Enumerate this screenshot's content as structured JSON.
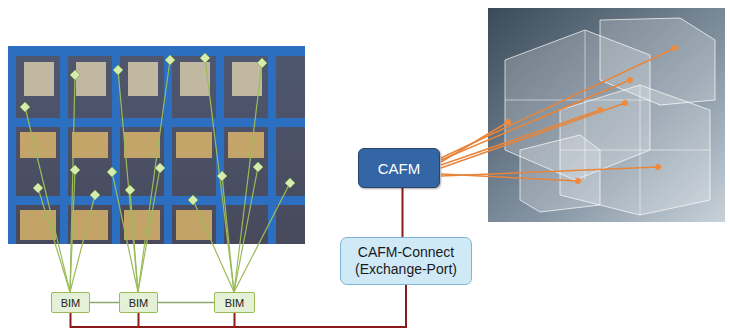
{
  "diagram": {
    "nodes": [
      {
        "text": [
          "CAFM"
        ]
      },
      {
        "text": [
          "CAFM-Connect (Exchange-Port)"
        ]
      },
      {
        "text": [
          "BIM"
        ]
      },
      {
        "text": [
          "BIM"
        ]
      },
      {
        "text": [
          "BIM"
        ]
      }
    ],
    "edges": [
      {
        "from": 2,
        "to": 3,
        "arrow": "none"
      },
      {
        "from": 3,
        "to": 4,
        "arrow": "none"
      },
      {
        "from": 0,
        "to": 1,
        "arrow": "none"
      },
      {
        "from": 2,
        "to": 1,
        "arrow": "none"
      },
      {
        "from": 3,
        "to": 1,
        "arrow": "none"
      },
      {
        "from": 4,
        "to": 1,
        "arrow": "none"
      }
    ]
  }
}
